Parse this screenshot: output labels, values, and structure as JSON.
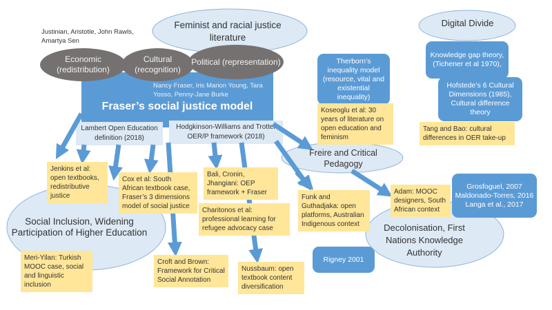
{
  "colors": {
    "blue": "#5b9bd5",
    "cloud": "#dde9f5",
    "yellow": "#ffe699",
    "grey": "#767171"
  },
  "feminist_cloud": "Feminist and racial justice literature",
  "philosophers": "Justinian, Aristotle, John Rawls, Amartya Sen",
  "dimensions": [
    "Economic (redistribution)",
    "Cultural (recognition)",
    "Political (representation)"
  ],
  "model": {
    "authors": "Nancy Fraser, Iris Marion Young, Tara Yosso, Penny-Jane Burke",
    "title": "Fraser’s social justice model"
  },
  "lambert": "Lambert Open Education definition (2018)",
  "hodgkinson": "Hodgkinson-Williams and Trotter OER/P framework (2018)",
  "therborn": "Therborn’s inequality model (resource, vital and existential inequality)",
  "koseoglu": "Koseoglu et al: 30 years of literature on open education and feminism",
  "digital_divide": "Digital Divide",
  "knowledge_gap": "Knowledge gap theory, (Tichener et al 1970),",
  "hofstede": "Hofstede’s 6 Cultural Dimensions (1985), Cultural difference theory",
  "tang": "Tang and Bao: cultural differences in OER take-up",
  "freire": "Freire and Critical Pedagogy",
  "jenkins": "Jenkins et al: open textbooks, redistributive justice",
  "cox": "Cox et al: South African textbook case, Fraser’s 3 dimensions model of social justice",
  "social_inclusion": "Social Inclusion, Widening Participation of Higher Education",
  "meri": "Meri-Yilan: Turkish MOOC case, social and linguistic inclusion",
  "croft": "Croft and Brown: Framework for Critical Social Annotation",
  "bali": "Bali, Cronin, Jhangiani: OEP framework + Fraser",
  "charitonos": "Charitonos et al: professional learning for refugee advocacy case",
  "nussbaum": "Nussbaum: open textbook content diversification",
  "funk": "Funk and Guthadjaka: open platforms, Australian Indigenous context",
  "adam": "Adam: MOOC designers, South African context",
  "grosfoguel": "Grosfoguel, 2007 Maldonado-Torres, 2016 Langa et al., 2017",
  "decolonisation": "Decolonisation, First Nations Knowledge Authority",
  "rigney": "Rigney 2001"
}
